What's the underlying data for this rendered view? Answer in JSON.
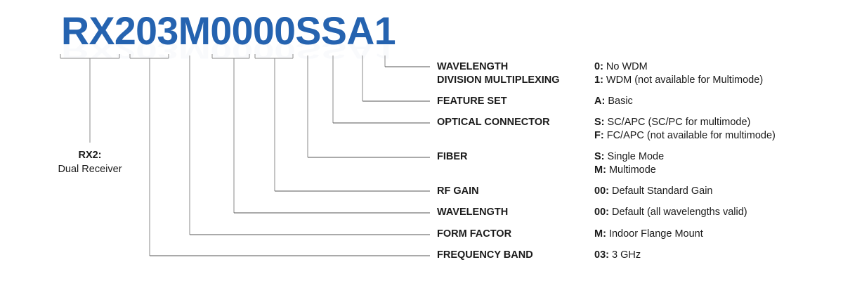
{
  "part_number": "RX203M0000SSA1",
  "colors": {
    "part_number": "#2563b0",
    "text": "#1a1a1a",
    "vertical_line": "#8a8a8a",
    "horizontal_line": "#555555"
  },
  "prefix": {
    "segment": "RX2",
    "code": "RX2:",
    "description": "Dual Receiver"
  },
  "fields": [
    {
      "segment": "1",
      "label_lines": [
        "WAVELENGTH",
        "DIVISION MULTIPLEXING"
      ],
      "options": [
        {
          "code": "0:",
          "text": " No WDM"
        },
        {
          "code": "1:",
          "text": " WDM (not available for Multimode)"
        }
      ]
    },
    {
      "segment": "A",
      "label_lines": [
        "FEATURE SET"
      ],
      "options": [
        {
          "code": "A:",
          "text": " Basic"
        }
      ]
    },
    {
      "segment": "S",
      "label_lines": [
        "OPTICAL CONNECTOR"
      ],
      "options": [
        {
          "code": "S:",
          "text": " SC/APC (SC/PC for multimode)"
        },
        {
          "code": "F:",
          "text": " FC/APC (not available for multimode)"
        }
      ]
    },
    {
      "segment": "S",
      "label_lines": [
        "FIBER"
      ],
      "options": [
        {
          "code": "S:",
          "text": " Single Mode"
        },
        {
          "code": "M:",
          "text": " Multimode"
        }
      ]
    },
    {
      "segment": "00",
      "label_lines": [
        "RF GAIN"
      ],
      "options": [
        {
          "code": "00:",
          "text": " Default Standard Gain"
        }
      ]
    },
    {
      "segment": "00",
      "label_lines": [
        "WAVELENGTH"
      ],
      "options": [
        {
          "code": "00:",
          "text": " Default (all wavelengths valid)"
        }
      ]
    },
    {
      "segment": "M",
      "label_lines": [
        "FORM FACTOR"
      ],
      "options": [
        {
          "code": "M:",
          "text": " Indoor Flange Mount"
        }
      ]
    },
    {
      "segment": "03",
      "label_lines": [
        "FREQUENCY BAND"
      ],
      "options": [
        {
          "code": "03:",
          "text": " 3 GHz"
        }
      ]
    }
  ]
}
